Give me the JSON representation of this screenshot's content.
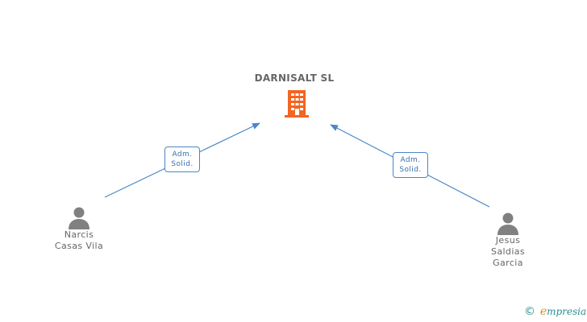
{
  "company": {
    "name": "DARNISALT SL",
    "icon": "building-icon",
    "color": "#f26522"
  },
  "persons": [
    {
      "id": "narcis",
      "icon": "person-icon",
      "name_lines": [
        "Narcis",
        "Casas Vila"
      ]
    },
    {
      "id": "jesus",
      "icon": "person-icon",
      "name_lines": [
        "Jesus",
        "Saldias",
        "Garcia"
      ]
    }
  ],
  "relations": [
    {
      "from": "narcis",
      "to": "company",
      "role_lines": [
        "Adm.",
        "Solid."
      ]
    },
    {
      "from": "jesus",
      "to": "company",
      "role_lines": [
        "Adm.",
        "Solid."
      ]
    }
  ],
  "colors": {
    "edge": "#4a86c8",
    "person": "#808080",
    "text": "#666666"
  },
  "brand": {
    "copyright_symbol": "©",
    "initial": "e",
    "rest": "mpresia"
  }
}
